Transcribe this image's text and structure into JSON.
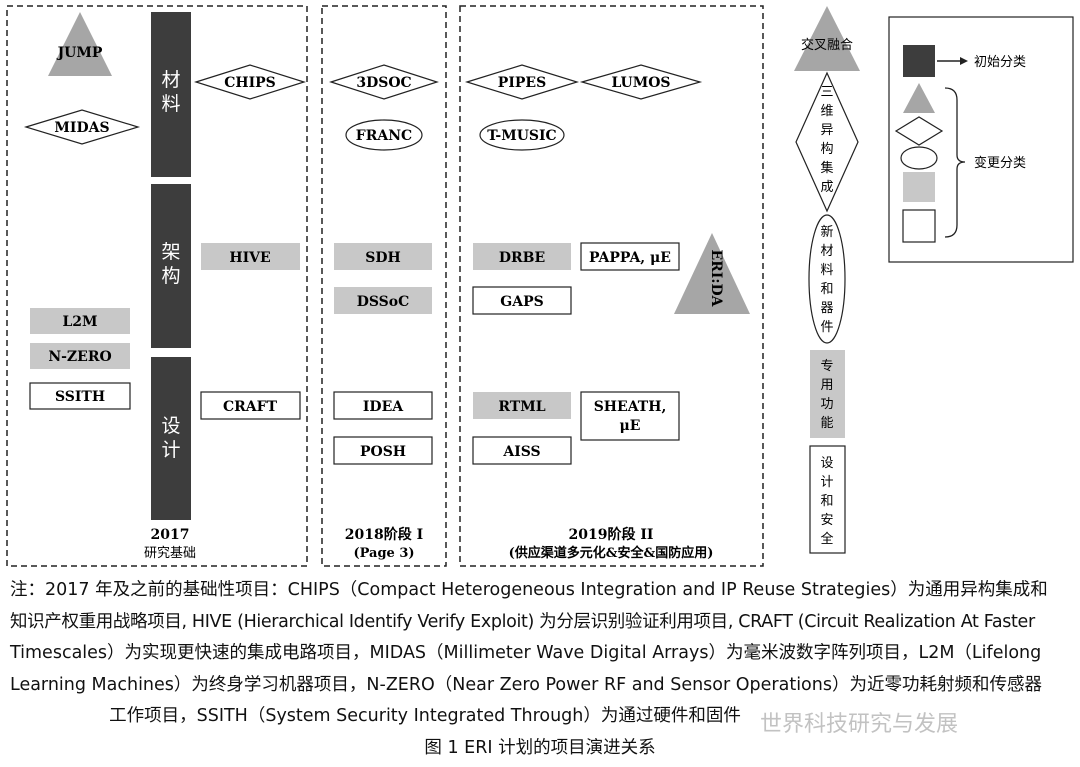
{
  "sections": [
    {
      "year": "2017",
      "subtitle": "研究基础"
    },
    {
      "year": "2018阶段 I",
      "subtitle": "(Page 3)"
    },
    {
      "year": "2019阶段 II",
      "subtitle": "(供应渠道多元化&安全&国防应用)"
    }
  ],
  "categories": {
    "materials": "材料",
    "architecture": "架构",
    "design": "设计"
  },
  "programs": {
    "jump": "JUMP",
    "midas": "MIDAS",
    "chips": "CHIPS",
    "l2m": "L2M",
    "nzero": "N-ZERO",
    "ssith": "SSITH",
    "hive": "HIVE",
    "craft": "CRAFT",
    "threedsoc": "3DSOC",
    "franc": "FRANC",
    "sdh": "SDH",
    "dssoc": "DSSoC",
    "idea": "IDEA",
    "posh": "POSH",
    "pipes": "PIPES",
    "lumos": "LUMOS",
    "tmusic": "T-MUSIC",
    "drbe": "DRBE",
    "pappa": "PAPPA, μE",
    "gaps": "GAPS",
    "eriida": "ERI:DA",
    "rtml": "RTML",
    "sheath1": "SHEATH,",
    "sheath2": "μE",
    "aiss": "AISS"
  },
  "side_column": {
    "cross": "交叉融合",
    "hetero": [
      "三",
      "维",
      "异",
      "构",
      "集",
      "成"
    ],
    "newmat": [
      "新",
      "材",
      "料",
      "和",
      "器",
      "件"
    ],
    "special": [
      "专",
      "用",
      "功",
      "能"
    ],
    "secure": [
      "设",
      "计",
      "和",
      "安",
      "全"
    ]
  },
  "legend": {
    "initial": "初始分类",
    "changed": "变更分类"
  },
  "note_lines": [
    "注：2017 年及之前的基础性项目：CHIPS（Compact Heterogeneous Integration and IP Reuse Strategies）为通用异构集成和",
    "知识产权重用战略项目, HIVE (Hierarchical Identify Verify Exploit) 为分层识别验证利用项目, CRAFT (Circuit Realization At Faster",
    "Timescales）为实现更快速的集成电路项目，MIDAS（Millimeter Wave Digital Arrays）为毫米波数字阵列项目，L2M（Lifelong",
    "Learning Machines）为终身学习机器项目，N-ZERO（Near Zero Power RF and Sensor Operations）为近零功耗射频和传感器",
    "工作项目，SSITH（System Security Integrated Through）为通过硬件和固件"
  ],
  "caption": "图 1 ERI 计划的项目演进关系",
  "watermark": "世界科技研究与发展",
  "colors": {
    "dark": "#3d3d3d",
    "gray_fill": "#c8c8c8",
    "tri_fill": "#a6a6a6",
    "line": "#222222"
  }
}
